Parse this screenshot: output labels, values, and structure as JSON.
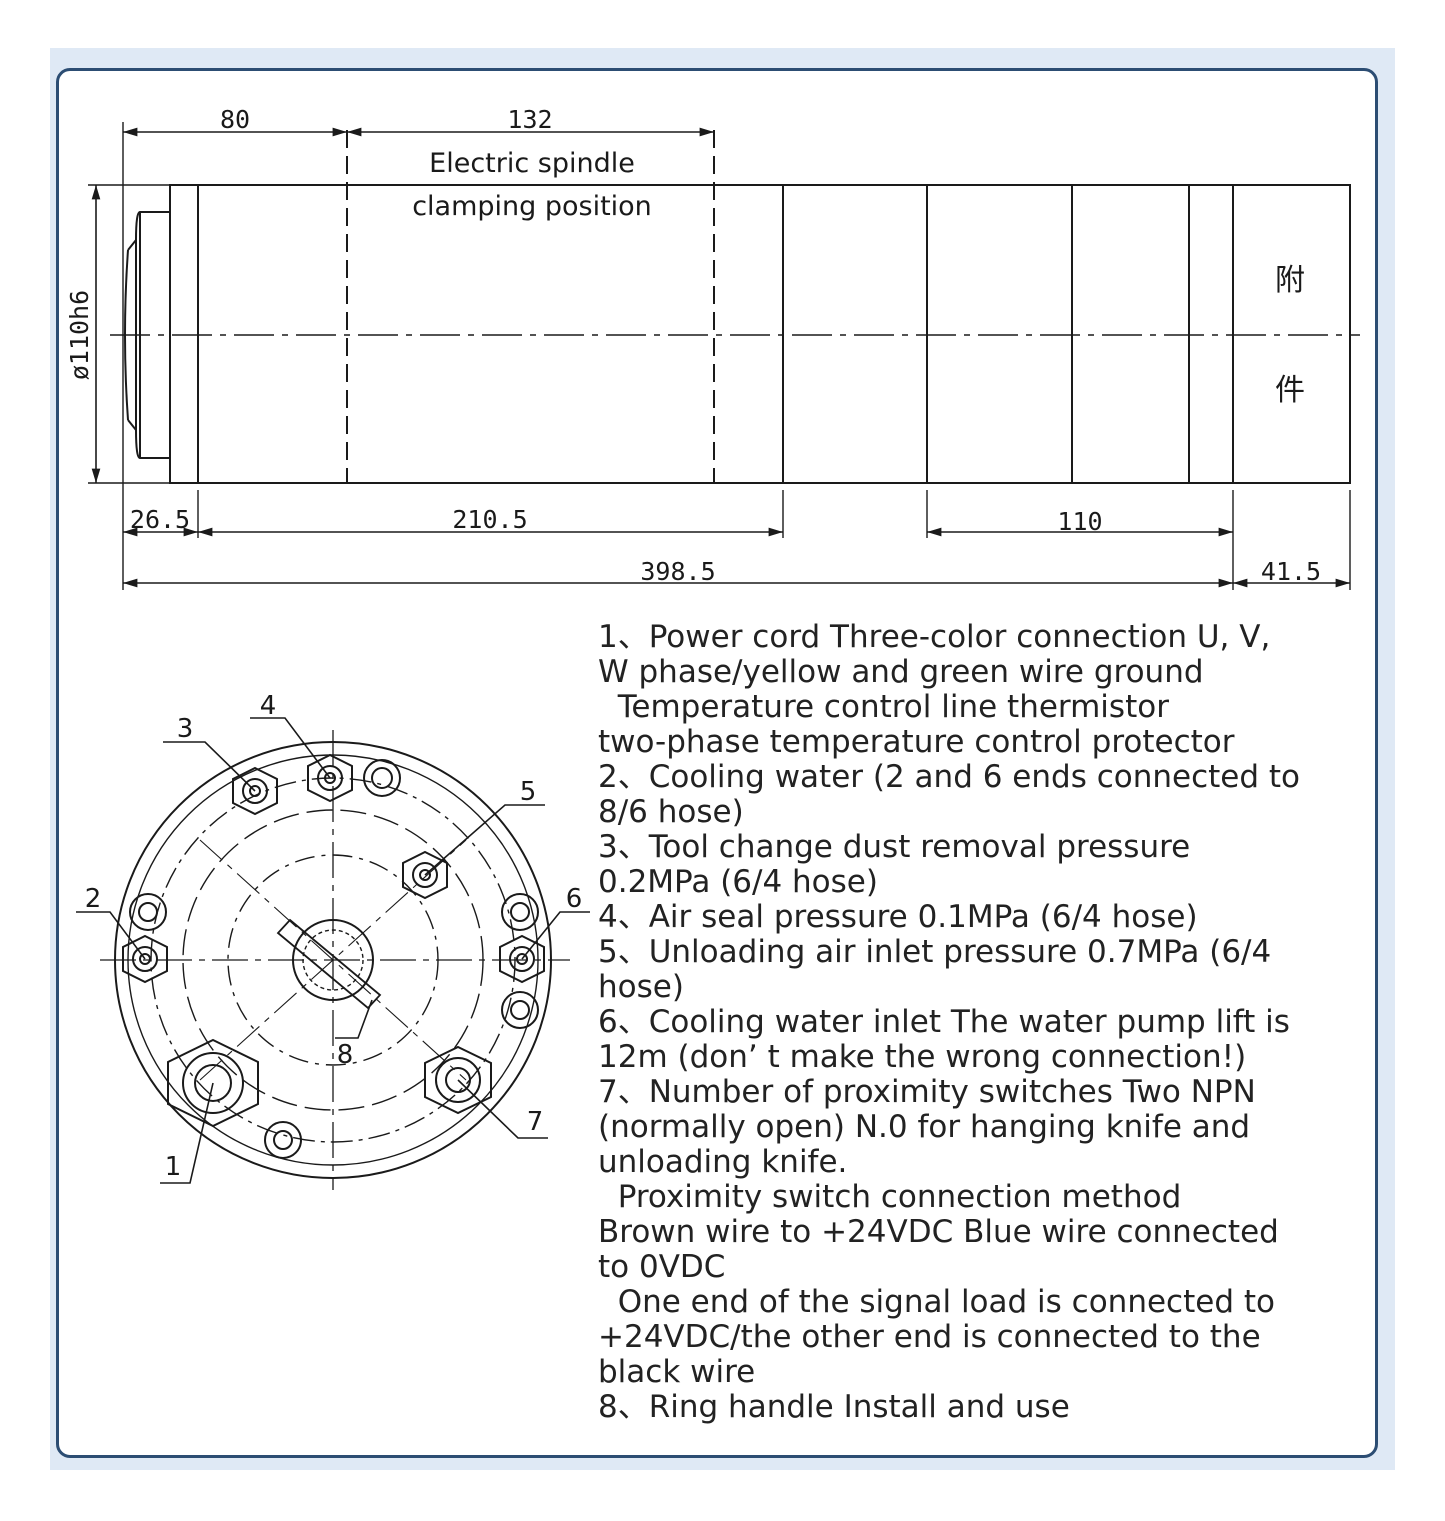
{
  "side_view": {
    "dims": {
      "top_left": "80",
      "top_mid": "132",
      "bottom_a": "26.5",
      "bottom_b": "210.5",
      "bottom_c": "110",
      "total": "398.5",
      "end": "41.5",
      "diameter": "ø110h6"
    },
    "caption_line1": "Electric spindle",
    "caption_line2": "clamping position",
    "accessory_char1": "附",
    "accessory_char2": "件"
  },
  "end_view": {
    "callouts": [
      "1",
      "2",
      "3",
      "4",
      "5",
      "6",
      "7",
      "8"
    ]
  },
  "notes": [
    "1、Power cord Three-color connection U, V,",
    "W phase/yellow and green wire ground",
    "  Temperature control line thermistor",
    "two-phase temperature control protector",
    "2、Cooling water (2 and 6 ends connected to",
    "8/6 hose)",
    "3、Tool change dust removal pressure",
    "0.2MPa (6/4 hose)",
    "4、Air seal pressure 0.1MPa (6/4 hose)",
    "5、Unloading air inlet pressure 0.7MPa (6/4",
    "hose)",
    "6、Cooling water inlet The water pump lift is",
    "12m (don’ t make the wrong connection!)",
    "7、Number of proximity switches Two NPN",
    "(normally open) N.0 for hanging knife and",
    "unloading knife.",
    "  Proximity switch connection method",
    "Brown wire to +24VDC Blue wire connected",
    "to 0VDC",
    "  One end of the signal load is connected to",
    "+24VDC/the other end is connected to the",
    "black wire",
    "8、Ring handle Install and use"
  ]
}
